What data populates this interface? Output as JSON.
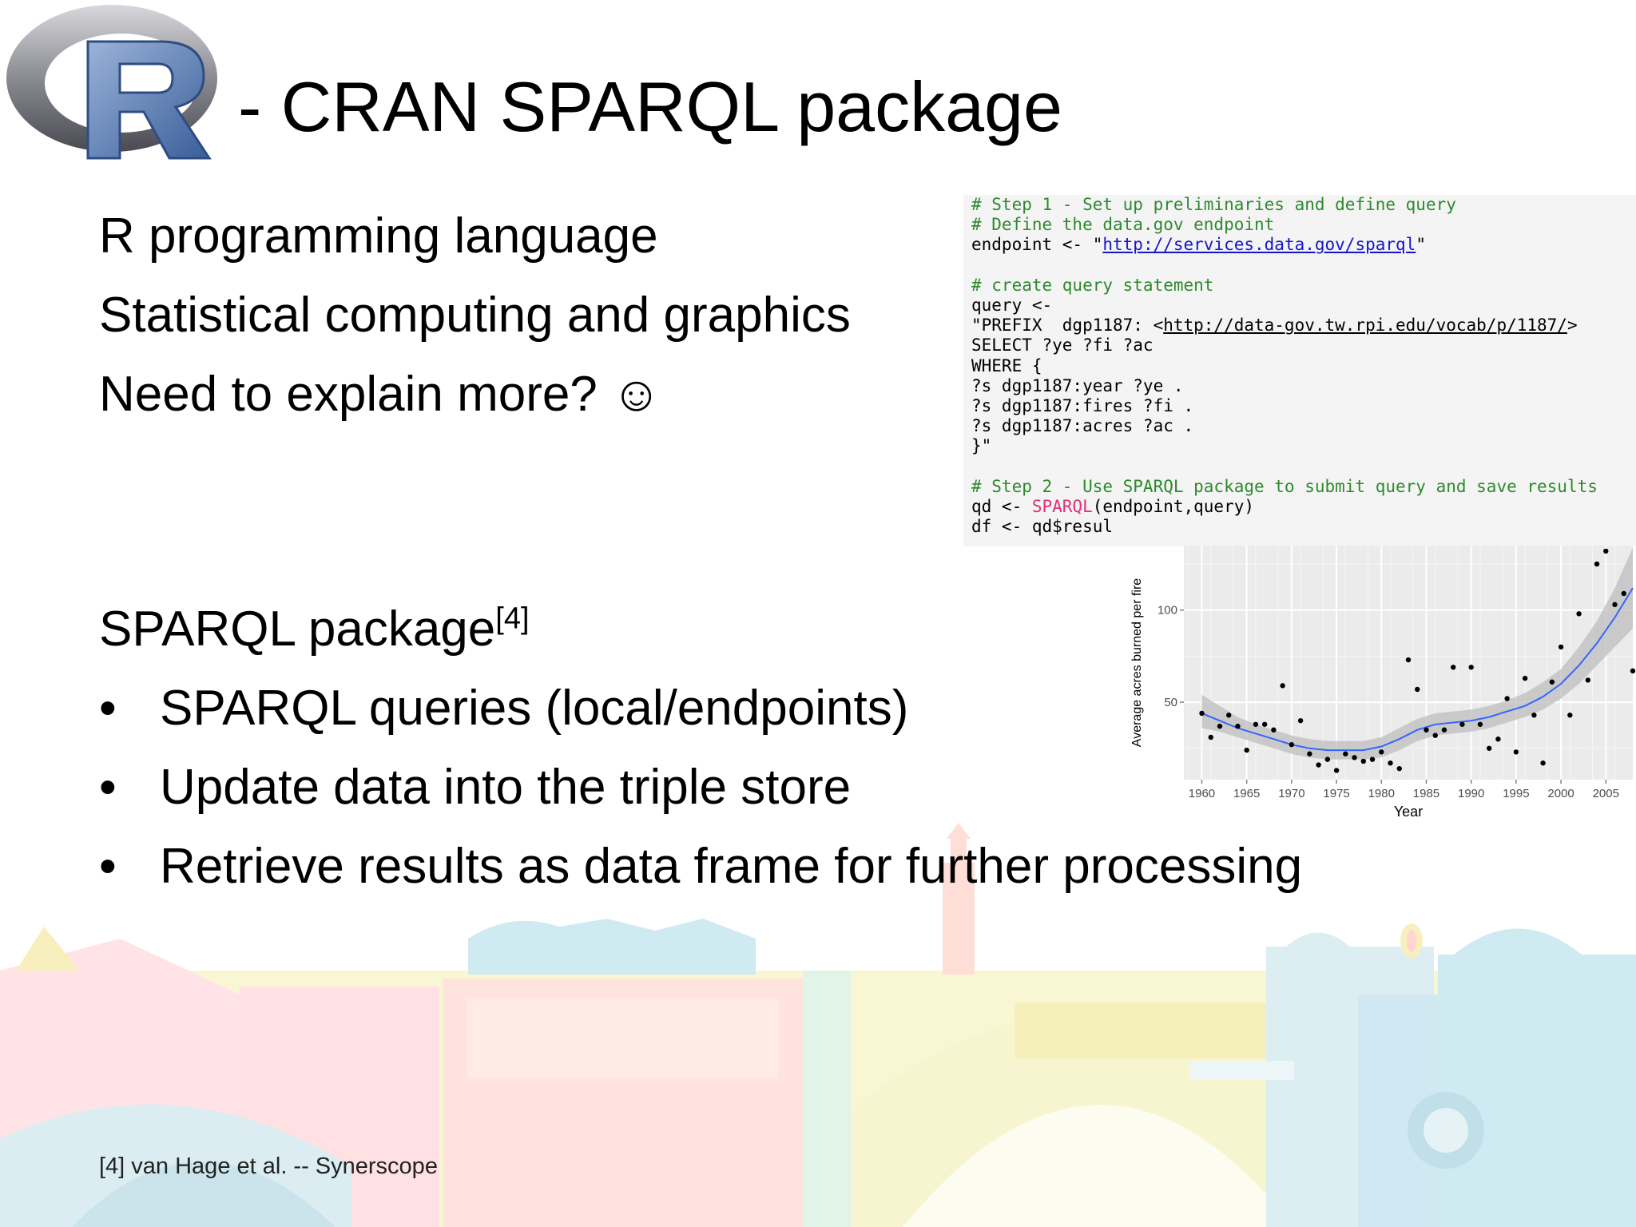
{
  "slide": {
    "title": "- CRAN SPARQL package",
    "intro_lines": [
      "R programming language",
      "Statistical computing and graphics",
      "Need to explain more? ☺"
    ],
    "package_heading": "SPARQL package",
    "package_ref": "[4]",
    "bullets": [
      "SPARQL queries (local/endpoints)",
      "Update data into the triple store",
      "Retrieve results as data frame for further processing"
    ],
    "footnote": "[4] van Hage et al. --  Synerscope"
  },
  "logo": {
    "icon": "r-logo-icon",
    "letter": "R"
  },
  "code": {
    "step1_comment": "# Step 1 - Set up preliminaries and define query",
    "define_comment": "# Define the data.gov endpoint",
    "endpoint_prefix": "endpoint <- \"",
    "endpoint_url": "http://services.data.gov/sparql",
    "endpoint_suffix": "\"",
    "create_comment": "# create query statement",
    "query_assign": "query <-",
    "prefix_start": "\"PREFIX  dgp1187: <",
    "prefix_url": "http://data-gov.tw.rpi.edu/vocab/p/1187/",
    "prefix_end": ">",
    "select_line": "SELECT ?ye ?fi ?ac",
    "where_line": "WHERE {",
    "triple1": "?s dgp1187:year ?ye .",
    "triple2": "?s dgp1187:fires ?fi .",
    "triple3": "?s dgp1187:acres ?ac .",
    "close_line": "}\"",
    "step2_comment": "# Step 2 - Use SPARQL package to submit query and save results",
    "qd_prefix": "qd <- ",
    "qd_fn": "SPARQL",
    "qd_suffix": "(endpoint,query)",
    "df_line": "df <- qd$resul"
  },
  "chart_data": {
    "type": "scatter",
    "title": "",
    "xlabel": "Year",
    "ylabel": "Average acres burned per fire",
    "xlim": [
      1958,
      2008
    ],
    "ylim": [
      8,
      135
    ],
    "xticks": [
      1960,
      1965,
      1970,
      1975,
      1980,
      1985,
      1990,
      1995,
      2000,
      2005
    ],
    "xtick_labels": [
      "1960",
      "1965",
      "1970",
      "1975",
      "1980",
      "1985",
      "1990",
      "1995",
      "2000",
      "2005"
    ],
    "yticks": [
      50,
      100
    ],
    "ytick_labels": [
      "50",
      "100"
    ],
    "grid": true,
    "points": [
      [
        1960,
        44
      ],
      [
        1961,
        31
      ],
      [
        1962,
        37
      ],
      [
        1963,
        43
      ],
      [
        1964,
        37
      ],
      [
        1965,
        24
      ],
      [
        1966,
        38
      ],
      [
        1967,
        38
      ],
      [
        1968,
        35
      ],
      [
        1969,
        59
      ],
      [
        1970,
        27
      ],
      [
        1971,
        40
      ],
      [
        1972,
        22
      ],
      [
        1973,
        16
      ],
      [
        1974,
        19
      ],
      [
        1975,
        13
      ],
      [
        1976,
        22
      ],
      [
        1977,
        20
      ],
      [
        1978,
        18
      ],
      [
        1979,
        19
      ],
      [
        1980,
        23
      ],
      [
        1981,
        17
      ],
      [
        1982,
        14
      ],
      [
        1983,
        73
      ],
      [
        1984,
        57
      ],
      [
        1985,
        35
      ],
      [
        1986,
        32
      ],
      [
        1987,
        35
      ],
      [
        1988,
        69
      ],
      [
        1989,
        38
      ],
      [
        1990,
        69
      ],
      [
        1991,
        38
      ],
      [
        1992,
        25
      ],
      [
        1993,
        30
      ],
      [
        1994,
        52
      ],
      [
        1995,
        23
      ],
      [
        1996,
        63
      ],
      [
        1997,
        43
      ],
      [
        1998,
        17
      ],
      [
        1999,
        61
      ],
      [
        2000,
        80
      ],
      [
        2001,
        43
      ],
      [
        2002,
        98
      ],
      [
        2003,
        62
      ],
      [
        2004,
        125
      ],
      [
        2005,
        132
      ],
      [
        2006,
        103
      ],
      [
        2007,
        109
      ],
      [
        2008,
        67
      ]
    ],
    "smooth": {
      "x": [
        1960,
        1962,
        1964,
        1966,
        1968,
        1970,
        1972,
        1974,
        1976,
        1978,
        1980,
        1982,
        1984,
        1986,
        1988,
        1990,
        1992,
        1994,
        1996,
        1998,
        2000,
        2002,
        2004,
        2006,
        2008
      ],
      "y": [
        44,
        40,
        36,
        33,
        30,
        27,
        25,
        24,
        24,
        24,
        26,
        30,
        35,
        38,
        39,
        40,
        42,
        45,
        48,
        53,
        60,
        70,
        82,
        96,
        112
      ],
      "ymin": [
        36,
        34,
        31,
        28,
        25,
        22,
        20,
        19,
        19,
        19,
        20,
        24,
        29,
        32,
        33,
        34,
        36,
        39,
        42,
        46,
        52,
        60,
        70,
        80,
        90
      ],
      "ymax": [
        54,
        48,
        42,
        38,
        35,
        32,
        30,
        29,
        29,
        29,
        31,
        36,
        41,
        44,
        45,
        46,
        48,
        51,
        55,
        61,
        68,
        80,
        94,
        112,
        134
      ]
    },
    "colors": {
      "panel": "#ebebeb",
      "band": "#bdbdbd",
      "line": "#3366ff",
      "point": "#000000"
    }
  }
}
